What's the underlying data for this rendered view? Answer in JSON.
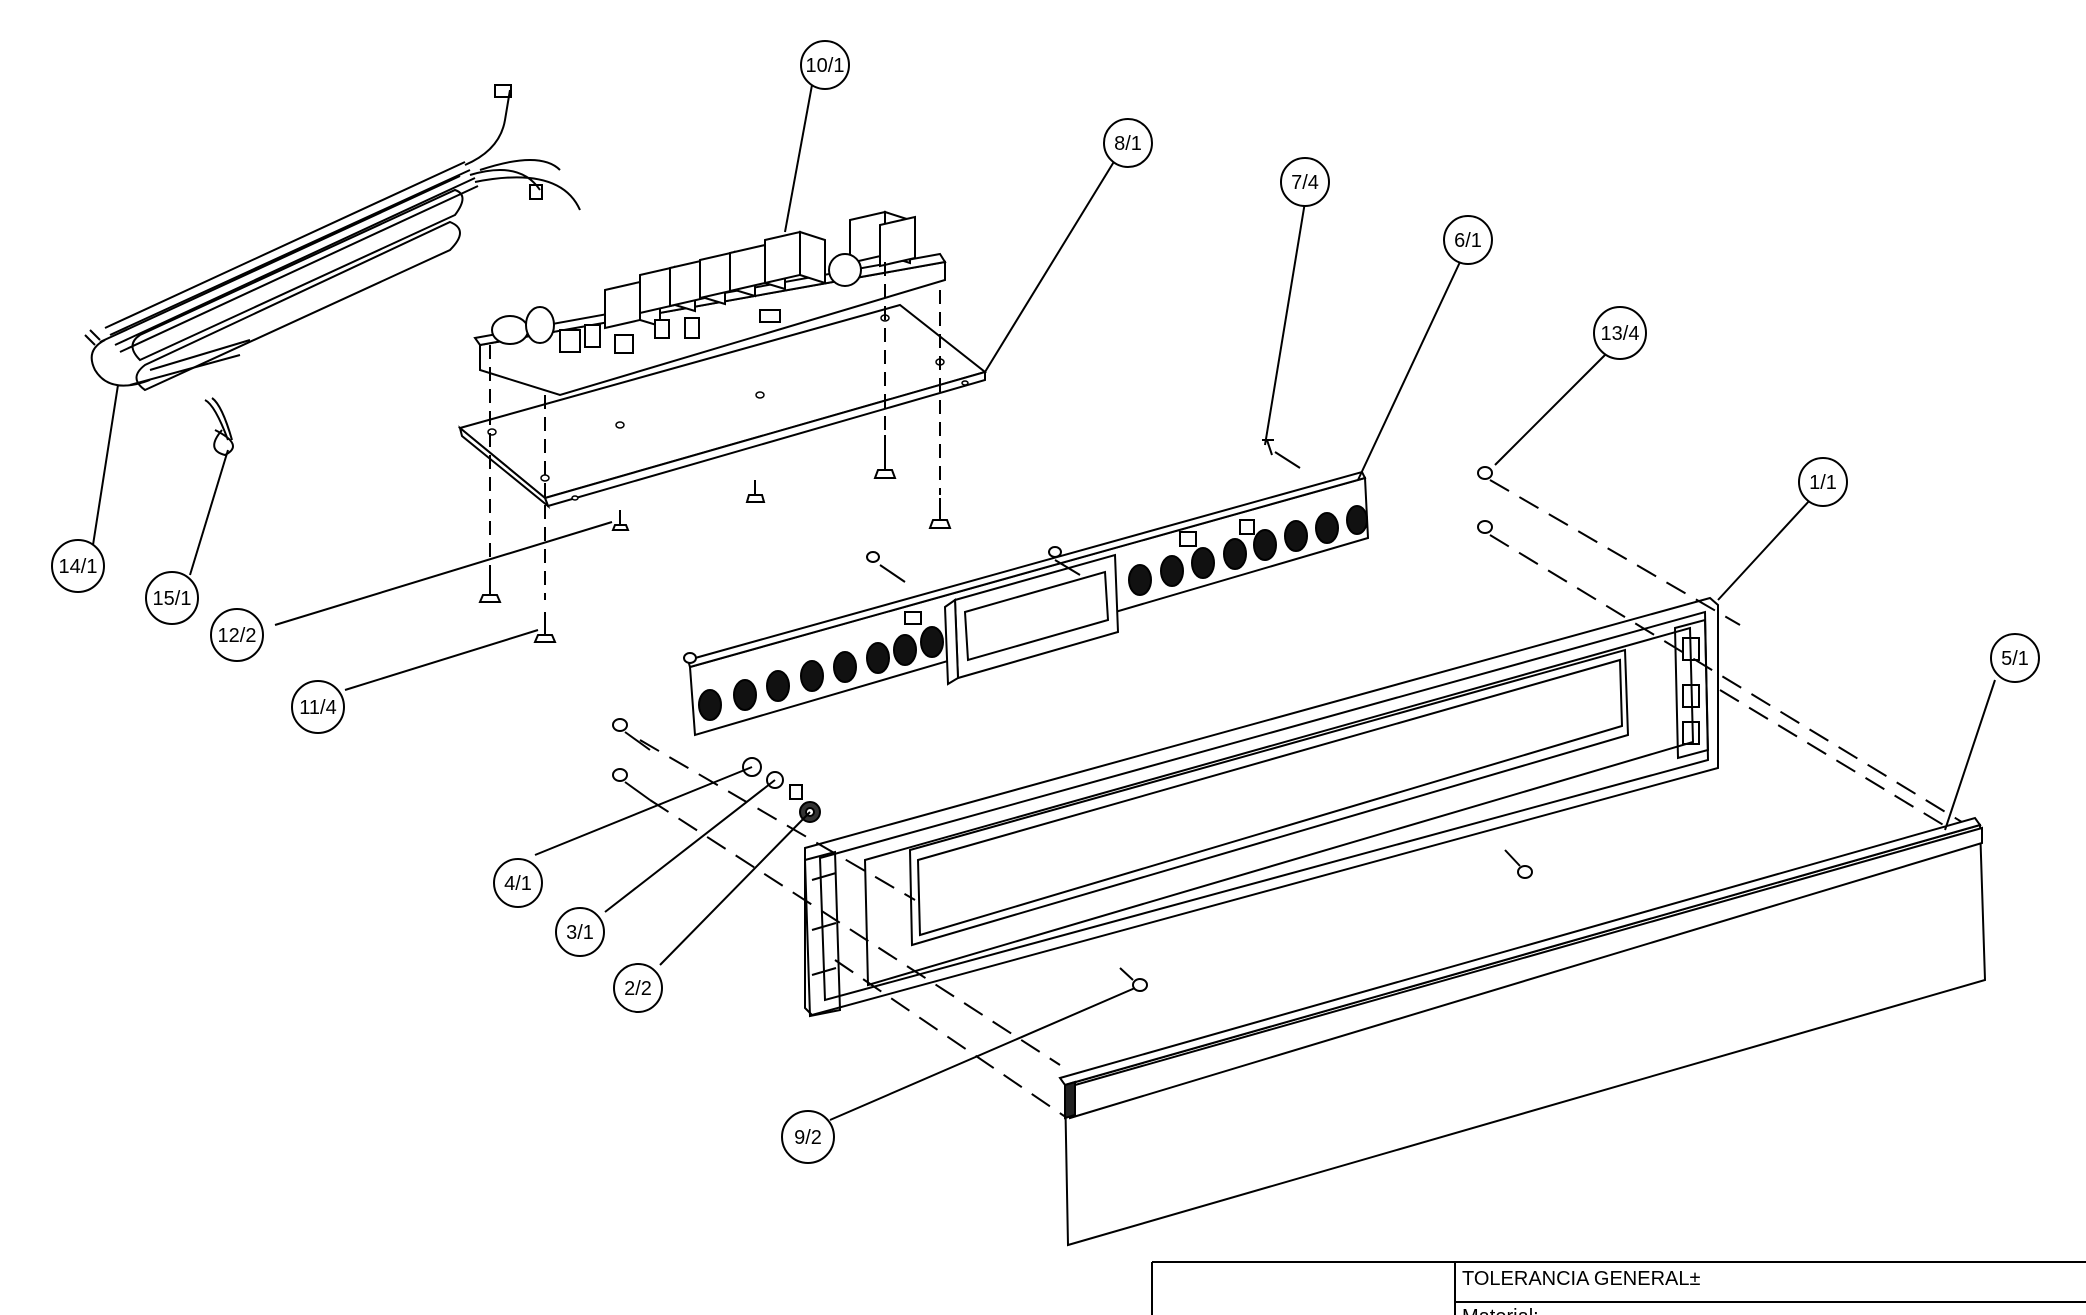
{
  "drawing": {
    "callouts": [
      {
        "id": "c10",
        "label": "10/1"
      },
      {
        "id": "c8",
        "label": "8/1"
      },
      {
        "id": "c7",
        "label": "7/4"
      },
      {
        "id": "c6",
        "label": "6/1"
      },
      {
        "id": "c13",
        "label": "13/4"
      },
      {
        "id": "c1",
        "label": "1/1"
      },
      {
        "id": "c5",
        "label": "5/1"
      },
      {
        "id": "c14",
        "label": "14/1"
      },
      {
        "id": "c15",
        "label": "15/1"
      },
      {
        "id": "c12",
        "label": "12/2"
      },
      {
        "id": "c11",
        "label": "11/4"
      },
      {
        "id": "c4",
        "label": "4/1"
      },
      {
        "id": "c3",
        "label": "3/1"
      },
      {
        "id": "c2",
        "label": "2/2"
      },
      {
        "id": "c9",
        "label": "9/2"
      }
    ],
    "title_block": {
      "tolerance_label": "TOLERANCIA GENERAL±",
      "material_label": "Material:"
    }
  }
}
